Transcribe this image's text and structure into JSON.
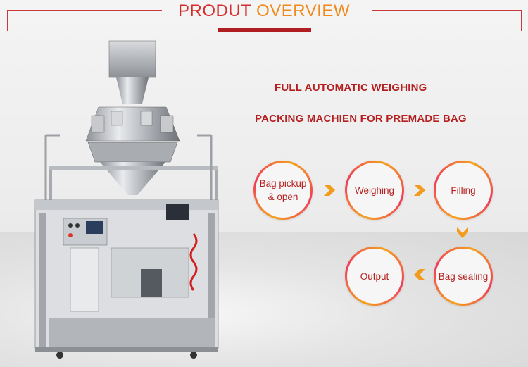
{
  "header": {
    "title_part1": "PRODUT ",
    "title_part2": "OVERVIEW"
  },
  "headings": {
    "line1": "FULL AUTOMATIC WEIGHING",
    "line2": "PACKING MACHIEN FOR PREMADE BAG"
  },
  "steps": [
    {
      "line1": "Bag pickup",
      "line2": "& open"
    },
    {
      "line1": "Weighing",
      "line2": ""
    },
    {
      "line1": "Filling",
      "line2": ""
    },
    {
      "line1": "Bag sealing",
      "line2": ""
    },
    {
      "line1": "Output",
      "line2": ""
    }
  ],
  "colors": {
    "title_red": "#d62c2c",
    "title_orange": "#f08a1c",
    "heading_red": "#b51f1f",
    "arrow_orange": "#f29b1c",
    "ring_start": "#f6a21d",
    "ring_end": "#ef3b5a"
  },
  "icons": {
    "arrow_right": "chevron-right-icon",
    "arrow_down": "chevron-down-icon",
    "arrow_left": "chevron-left-icon"
  }
}
